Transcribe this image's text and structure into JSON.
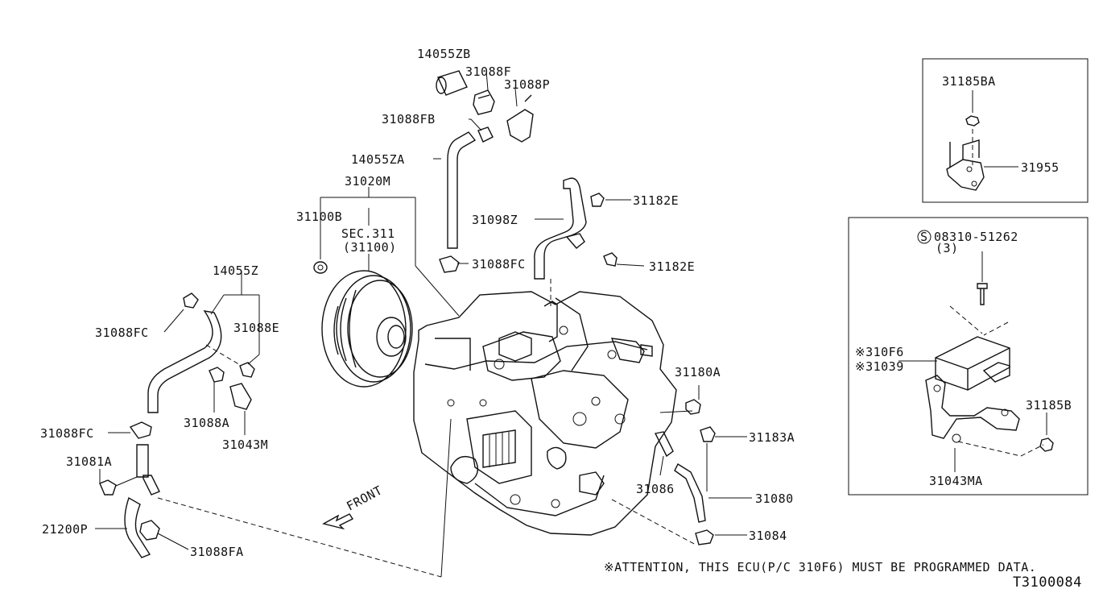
{
  "labels": {
    "p14055ZB": "14055ZB",
    "p31088F": "31088F",
    "p31088P": "31088P",
    "p31088FB": "31088FB",
    "p14055ZA": "14055ZA",
    "p31020M": "31020M",
    "p31100B": "31100B",
    "sec311": "SEC.311",
    "sec311sub": "(31100)",
    "p31182E_top": "31182E",
    "p31098Z": "31098Z",
    "p31182E_bot": "31182E",
    "p31088FC_mid": "31088FC",
    "p14055Z": "14055Z",
    "p31088FC_left": "31088FC",
    "p31088E": "31088E",
    "p31088A": "31088A",
    "p31043M": "31043M",
    "p31088FC_low": "31088FC",
    "p31081A": "31081A",
    "p21200P": "21200P",
    "p31088FA": "31088FA",
    "front": "FRONT",
    "p31180A": "31180A",
    "p31183A": "31183A",
    "p31086": "31086",
    "p31080": "31080",
    "p31084": "31084",
    "p31185BA": "31185BA",
    "p31955": "31955",
    "bolt_num": "08310-51262",
    "bolt_qty": "(3)",
    "bolt_symbol": "S",
    "p310F6": "※310F6",
    "p31039": "※31039",
    "p31185B": "31185B",
    "p31043MA": "31043MA"
  },
  "footer": {
    "attention": "※ATTENTION, THIS ECU(P/C 310F6) MUST BE PROGRAMMED DATA.",
    "diagram_id": "T3100084"
  },
  "icons": {
    "front_arrow": "front-arrow-icon",
    "bolt_symbol": "circled-s-icon"
  }
}
